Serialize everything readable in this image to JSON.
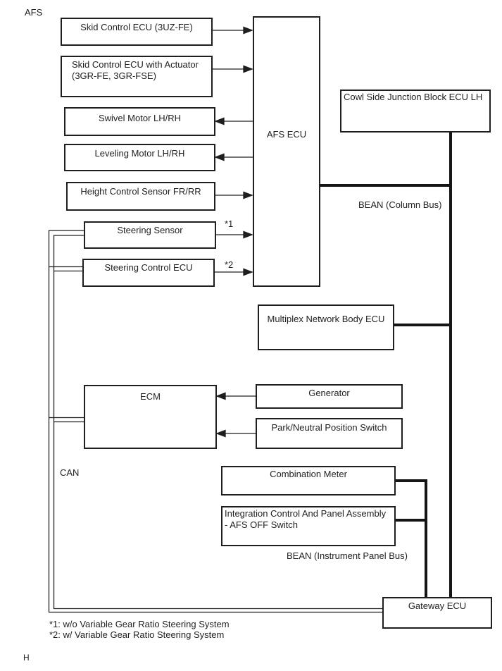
{
  "page": {
    "system_label": "AFS",
    "page_marker": "H"
  },
  "diagram": {
    "nodes": {
      "skid_control_ecu": {
        "label": "Skid Control ECU (3UZ-FE)"
      },
      "skid_control_ecu_actuator": {
        "label_line1": "Skid Control ECU with Actuator",
        "label_line2": "(3GR-FE, 3GR-FSE)"
      },
      "swivel_motor": {
        "label": "Swivel Motor LH/RH"
      },
      "leveling_motor": {
        "label": "Leveling Motor LH/RH"
      },
      "height_control_sensor": {
        "label": "Height Control Sensor FR/RR"
      },
      "steering_sensor": {
        "label": "Steering Sensor"
      },
      "steering_control_ecu": {
        "label": "Steering Control ECU"
      },
      "afs_ecu": {
        "label": "AFS ECU"
      },
      "cowl_side_junction_block": {
        "label": "Cowl Side Junction Block ECU LH"
      },
      "multiplex_network_body_ecu": {
        "label": "Multiplex Network Body ECU"
      },
      "ecm": {
        "label": "ECM"
      },
      "generator": {
        "label": "Generator"
      },
      "park_neutral_position_switch": {
        "label": "Park/Neutral Position Switch"
      },
      "combination_meter": {
        "label": "Combination Meter"
      },
      "integration_control_panel": {
        "label_line1": "Integration Control And Panel Assembly",
        "label_line2": "- AFS OFF Switch"
      },
      "gateway_ecu": {
        "label": "Gateway ECU"
      }
    },
    "bus_labels": {
      "column_bus": "BEAN (Column Bus)",
      "can_bus": "CAN",
      "instrument_panel_bus": "BEAN (Instrument Panel Bus)"
    },
    "reference_marks": {
      "ref1": "*1",
      "ref2": "*2"
    },
    "footnotes": [
      "*1: w/o Variable Gear Ratio Steering System",
      "*2: w/ Variable Gear Ratio Steering System"
    ]
  },
  "colors": {
    "line": "#1f1f1f",
    "background": "#ffffff"
  }
}
